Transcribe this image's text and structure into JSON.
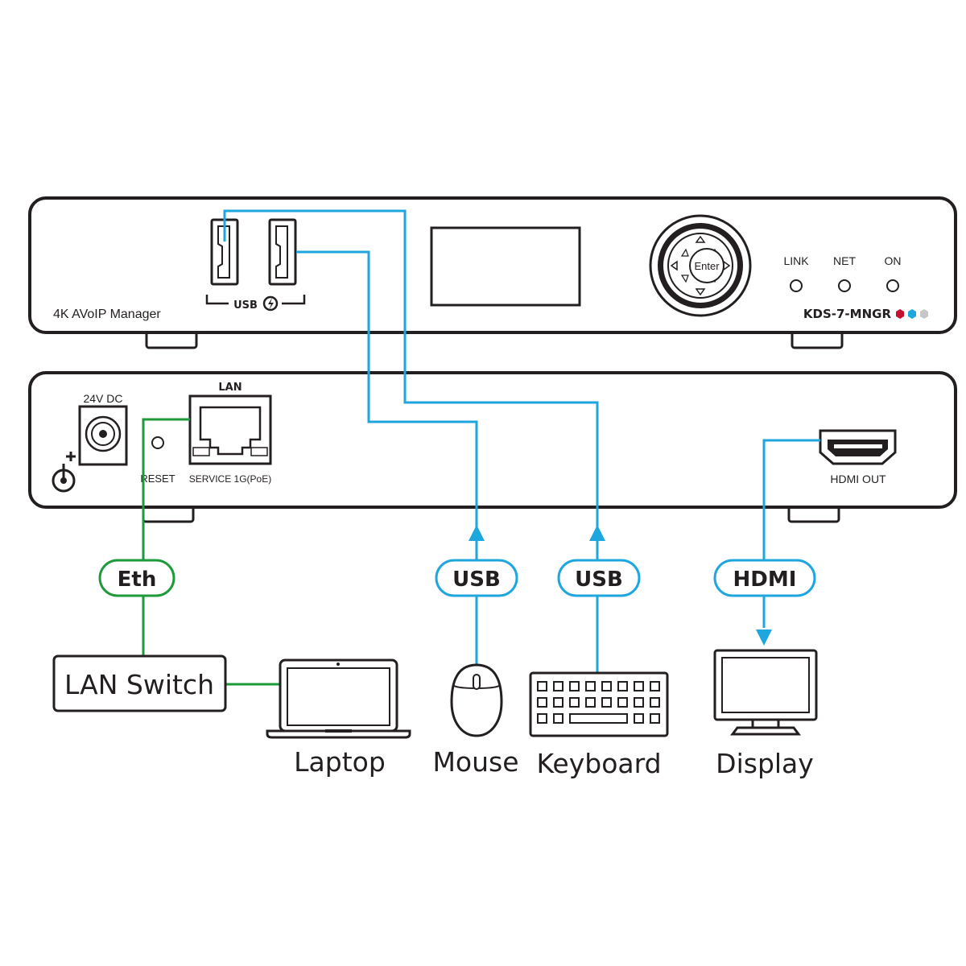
{
  "front_panel": {
    "product_name": "4K AVoIP Manager",
    "model": "KDS-7-MNGR",
    "usb_label": "USB",
    "enter_label": "Enter",
    "leds": [
      "LINK",
      "NET",
      "ON"
    ],
    "brand_dots": [
      "#c8102e",
      "#1ea6de",
      "#c6c6c6"
    ]
  },
  "rear_panel": {
    "power_label": "24V DC",
    "lan_label": "LAN",
    "reset_label": "RESET",
    "service_label": "SERVICE 1G(PoE)",
    "hdmi_label": "HDMI OUT"
  },
  "connections": {
    "eth": "Eth",
    "usb_mouse": "USB",
    "usb_keyboard": "USB",
    "hdmi": "HDMI"
  },
  "devices": {
    "lan_switch": "LAN Switch",
    "laptop": "Laptop",
    "mouse": "Mouse",
    "keyboard": "Keyboard",
    "display": "Display"
  },
  "colors": {
    "outline": "#231f20",
    "usb_hdmi_line": "#1ea6de",
    "ethernet_line": "#1d9a3a"
  }
}
